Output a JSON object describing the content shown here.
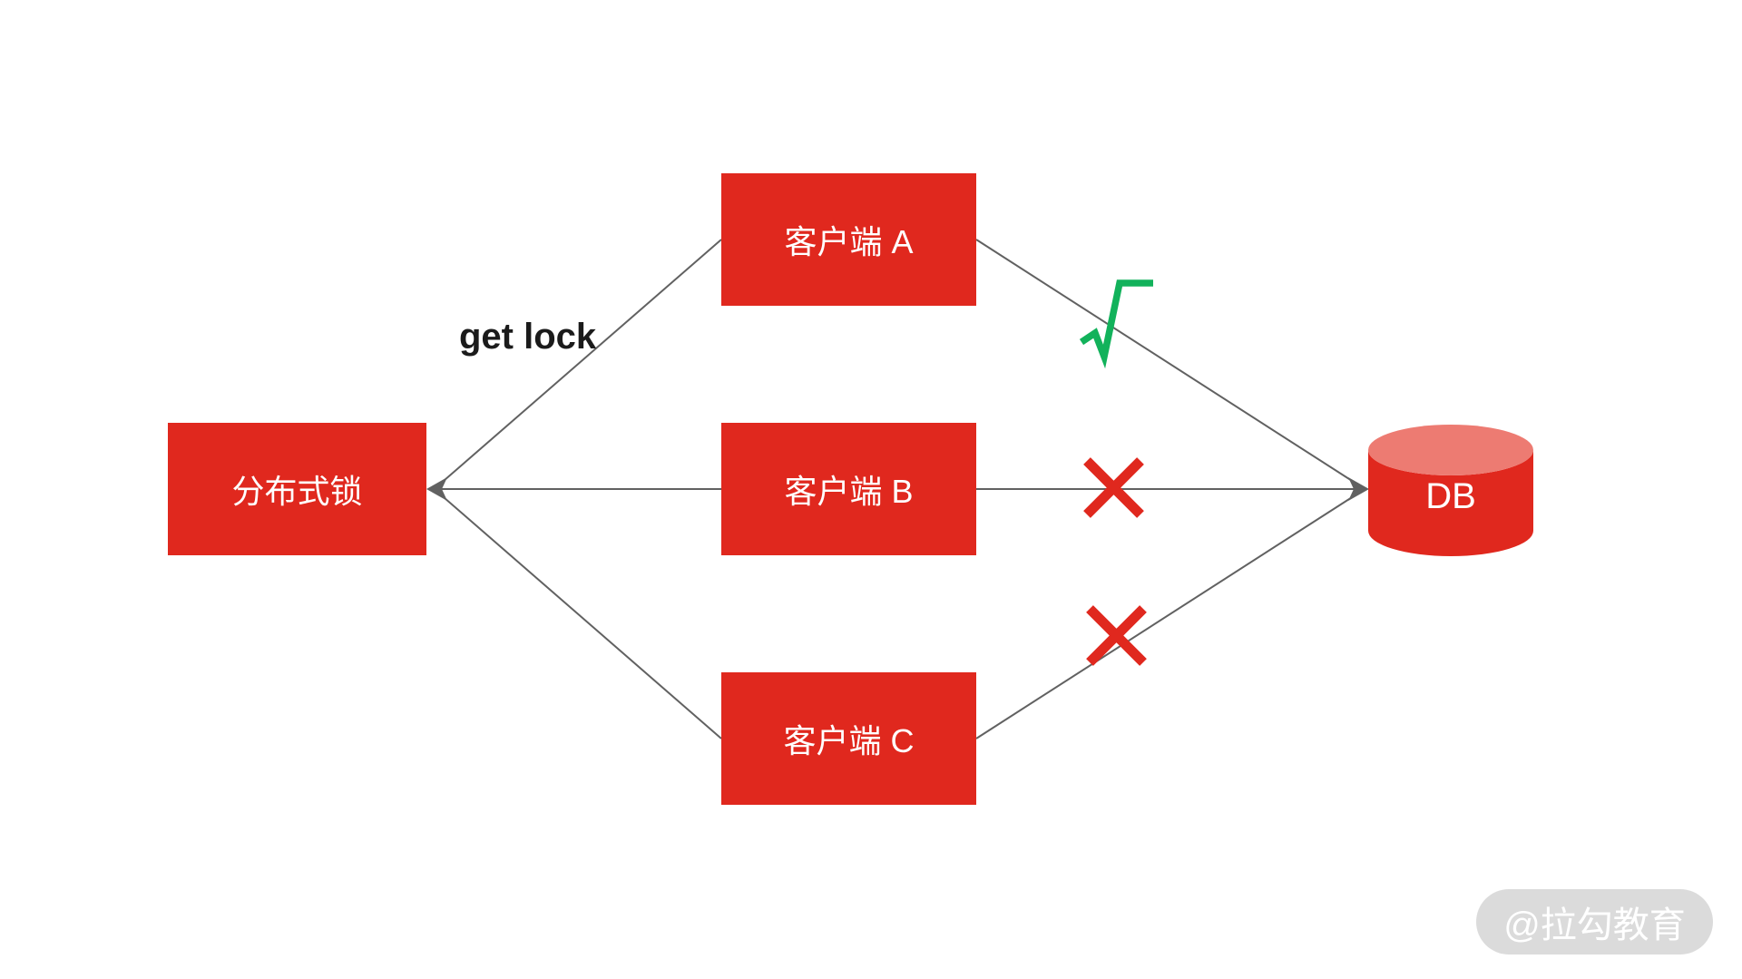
{
  "colors": {
    "node_red": "#E0281E",
    "node_text": "#FFFFFF",
    "cylinder_top": "#ED7B72",
    "connector": "#616161",
    "check_green": "#12B25B",
    "cross_red": "#E0281E",
    "label_text": "#1B1B1B",
    "watermark_bg": "#DBDBDB",
    "watermark_text": "#FFFFFF",
    "background": "#FFFFFF"
  },
  "nodes": {
    "lock": {
      "label": "分布式锁"
    },
    "client_a": {
      "label": "客户端 A"
    },
    "client_b": {
      "label": "客户端 B"
    },
    "client_c": {
      "label": "客户端 C"
    },
    "db": {
      "label": "DB"
    }
  },
  "edges": {
    "get_lock_label": "get lock"
  },
  "marks": {
    "client_a_to_db": "check-icon",
    "client_b_to_db": "cross-icon",
    "client_c_to_db": "cross-icon"
  },
  "watermark": {
    "text": "@拉勾教育"
  }
}
